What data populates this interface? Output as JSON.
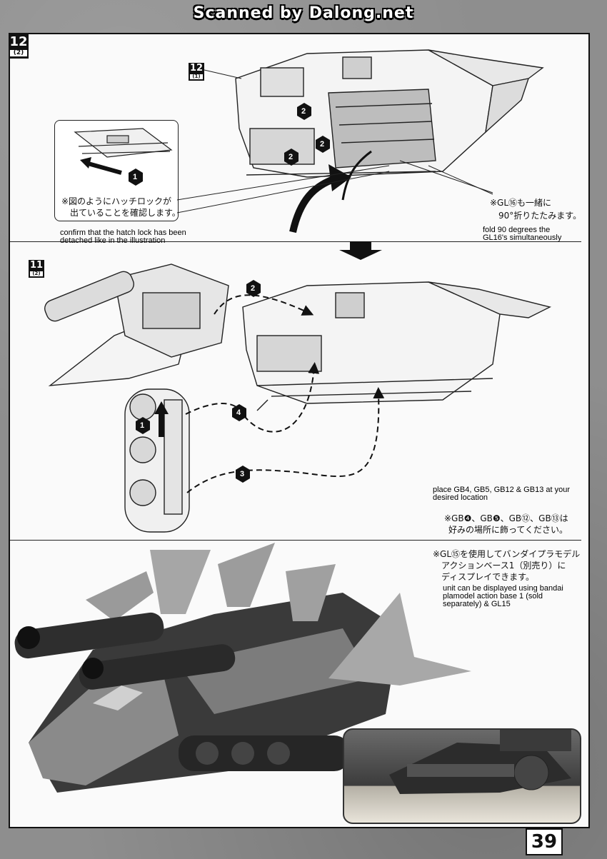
{
  "watermark": "Scanned by Dalong.net",
  "page_number": "39",
  "step_top": {
    "number": "12",
    "sub": "(2)",
    "ref_badge": {
      "number": "12",
      "sub": "(1)"
    },
    "callout_jp_line1": "※図のようにハッチロックが",
    "callout_jp_line2": "出ていることを確認します。",
    "callout_en_line1": "confirm that the hatch lock has been",
    "callout_en_line2": "detached like in the illustration",
    "fold_jp_line1": "※GL⑯も一緒に",
    "fold_jp_line2": "90°折りたたみます。",
    "fold_en_line1": "fold 90 degrees the",
    "fold_en_line2": "GL16's simultaneously",
    "markers": [
      "1",
      "2",
      "2",
      "2"
    ]
  },
  "step_middle": {
    "ref_badge": {
      "number": "11",
      "sub": "(2)"
    },
    "markers": [
      "1",
      "2",
      "3",
      "4"
    ],
    "place_en_line1": "place GB4, GB5, GB12 & GB13 at your",
    "place_en_line2": "desired location",
    "place_jp_line1": "※GB❹、GB❺、GB⑫、GB⑬は",
    "place_jp_line2": "好みの場所に飾ってください。"
  },
  "step_bottom": {
    "base_jp_line1": "※GL⑮を使用してバンダイプラモデル",
    "base_jp_line2": "アクションベース1（別売り）に",
    "base_jp_line3": "ディスプレイできます。",
    "base_en_line1": "unit can be displayed using bandai",
    "base_en_line2": "plamodel action base 1 (sold",
    "base_en_line3": "separately) & GL15"
  }
}
